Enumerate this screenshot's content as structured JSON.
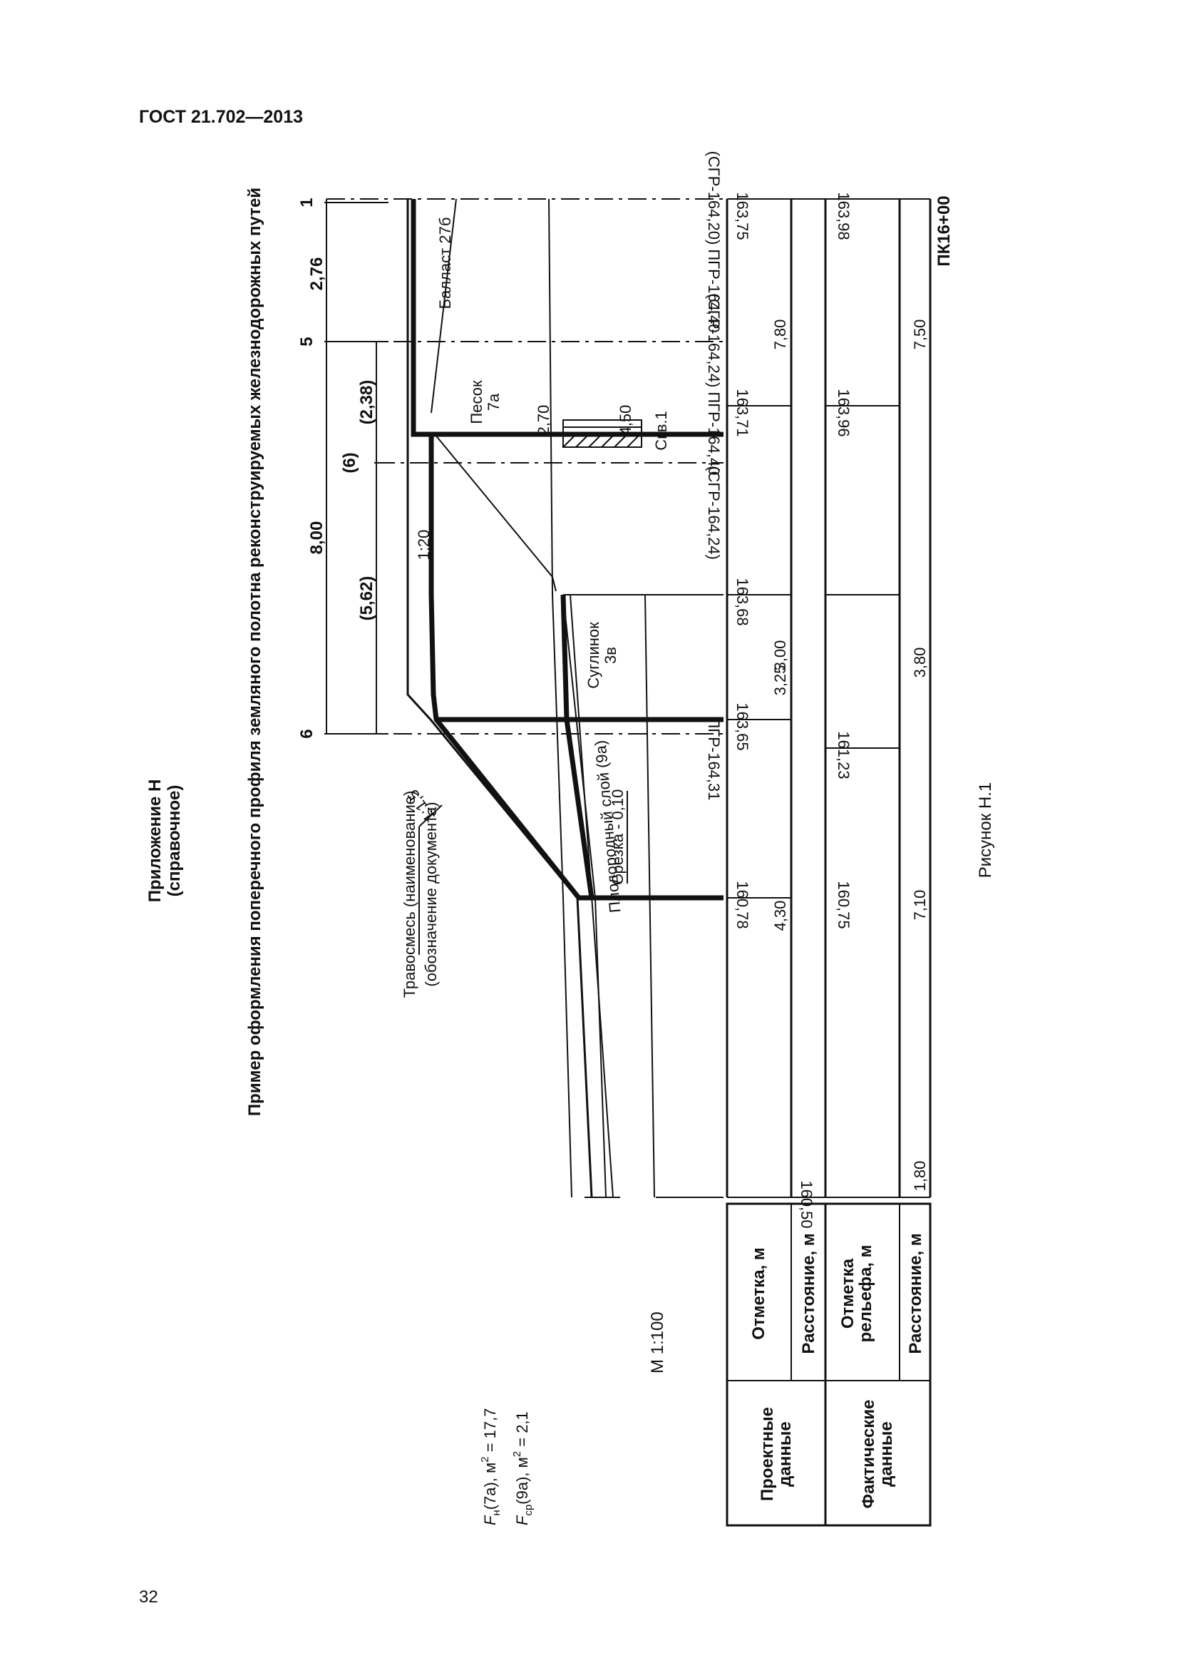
{
  "doc": {
    "header": "ГОСТ 21.702—2013",
    "page_number": "32",
    "appendix_title": "Приложение Н",
    "appendix_note": "(справочное)",
    "figure_title": "Пример оформления поперечного профиля земляного полотна реконструируемых железнодорожных путей",
    "figure_caption": "Рисунок Н.1"
  },
  "legend": {
    "fn_sym": "F",
    "fn_sub": "н",
    "fn_rest": "(7а), м",
    "fn_exp": "2",
    "fn_val": " = 17,7",
    "fsr_sym": "F",
    "fsr_sub": "ср",
    "fsr_rest": "(9а), м",
    "fsr_exp": "2",
    "fsr_val": " = 2,1",
    "scale": "М 1:100"
  },
  "table": {
    "design_group": "Проектные данные",
    "design_group_l1": "Проектные",
    "design_group_l2": "данные",
    "actual_group": "Фактические данные",
    "actual_group_l1": "Фактические",
    "actual_group_l2": "данные",
    "row_elev": "Отметка, м",
    "row_dist": "Расстояние, м",
    "row_relief": "Отметка рельефа, м",
    "row_relief_l1": "Отметка",
    "row_relief_l2": "рельефа, м",
    "row_dist2": "Расстояние, м"
  },
  "profile": {
    "design_elevations": [
      "163,75",
      "163,71",
      "163,68",
      "163,65",
      "160,78"
    ],
    "design_distances": [
      "7,80",
      "3,00",
      "3,25",
      "4,30"
    ],
    "relief_elevations": [
      "163,98",
      "163,96",
      "161,23",
      "160,75",
      "160,50"
    ],
    "relief_distances": [
      "7,50",
      "3,80",
      "7,10",
      "1,80"
    ],
    "picket": "ПК16+00",
    "top_dims": [
      "2,76",
      "8,00",
      "(2,38)",
      "(5,62)",
      "(6)"
    ],
    "top_marks": [
      "1",
      "5",
      "6"
    ],
    "layer_labels": [
      "(СГР-164,20) ПГР-164,40",
      "(СГР-164,24) ПГР-164,40",
      "(СГР-164,24)",
      "ПГР-164,31"
    ],
    "soils": [
      "Балласт 27б",
      "Песок",
      "7а",
      "Суглинок",
      "3в"
    ],
    "borehole": "Скв.1",
    "borehole_depths": [
      "2,70",
      "4,50"
    ],
    "slopes": [
      "1:1,5",
      "1:20"
    ],
    "annotations": [
      "Травосмесь (наименование)",
      "(обозначение документа)",
      "Плодородный слой (9а)",
      "Срезка - 0,10"
    ]
  },
  "colors": {
    "ink": "#111111",
    "paper": "#ffffff"
  }
}
